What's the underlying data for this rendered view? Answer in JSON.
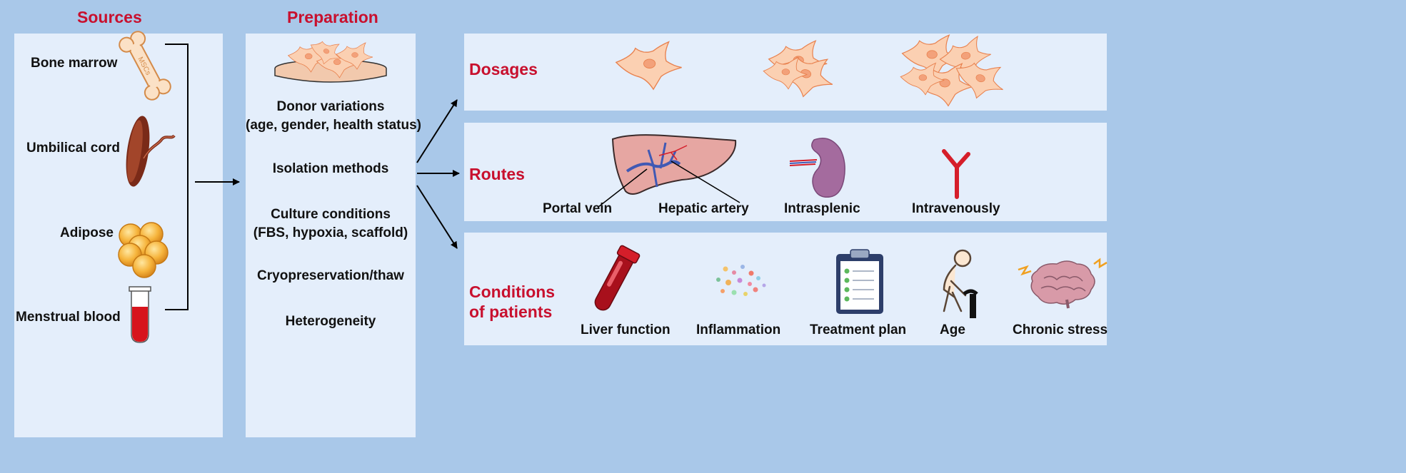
{
  "sources": {
    "heading": "Sources",
    "bone_marrow": "Bone marrow",
    "bone_text": "MSCs",
    "umbilical_cord": "Umbilical cord",
    "adipose": "Adipose",
    "menstrual_blood": "Menstrual blood"
  },
  "preparation": {
    "heading": "Preparation",
    "donor_line1": "Donor variations",
    "donor_line2": "(age, gender, health status)",
    "isolation": "Isolation methods",
    "culture_line1": "Culture conditions",
    "culture_line2": "(FBS, hypoxia, scaffold)",
    "cryo": "Cryopreservation/thaw",
    "heterogeneity": "Heterogeneity"
  },
  "dosages": {
    "heading": "Dosages"
  },
  "routes": {
    "heading": "Routes",
    "portal_vein": "Portal vein",
    "hepatic_artery": "Hepatic artery",
    "intrasplenic": "Intrasplenic",
    "intravenously": "Intravenously"
  },
  "conditions": {
    "heading_line1": "Conditions",
    "heading_line2": "of patients",
    "liver_function": "Liver function",
    "inflammation": "Inflammation",
    "treatment_plan": "Treatment plan",
    "age": "Age",
    "chronic_stress": "Chronic stress"
  },
  "colors": {
    "background": "#a9c8e9",
    "panel": "#e4eefb",
    "heading_red": "#c8102e",
    "cell": "#fbd0b2",
    "blood": "#d7141c"
  }
}
